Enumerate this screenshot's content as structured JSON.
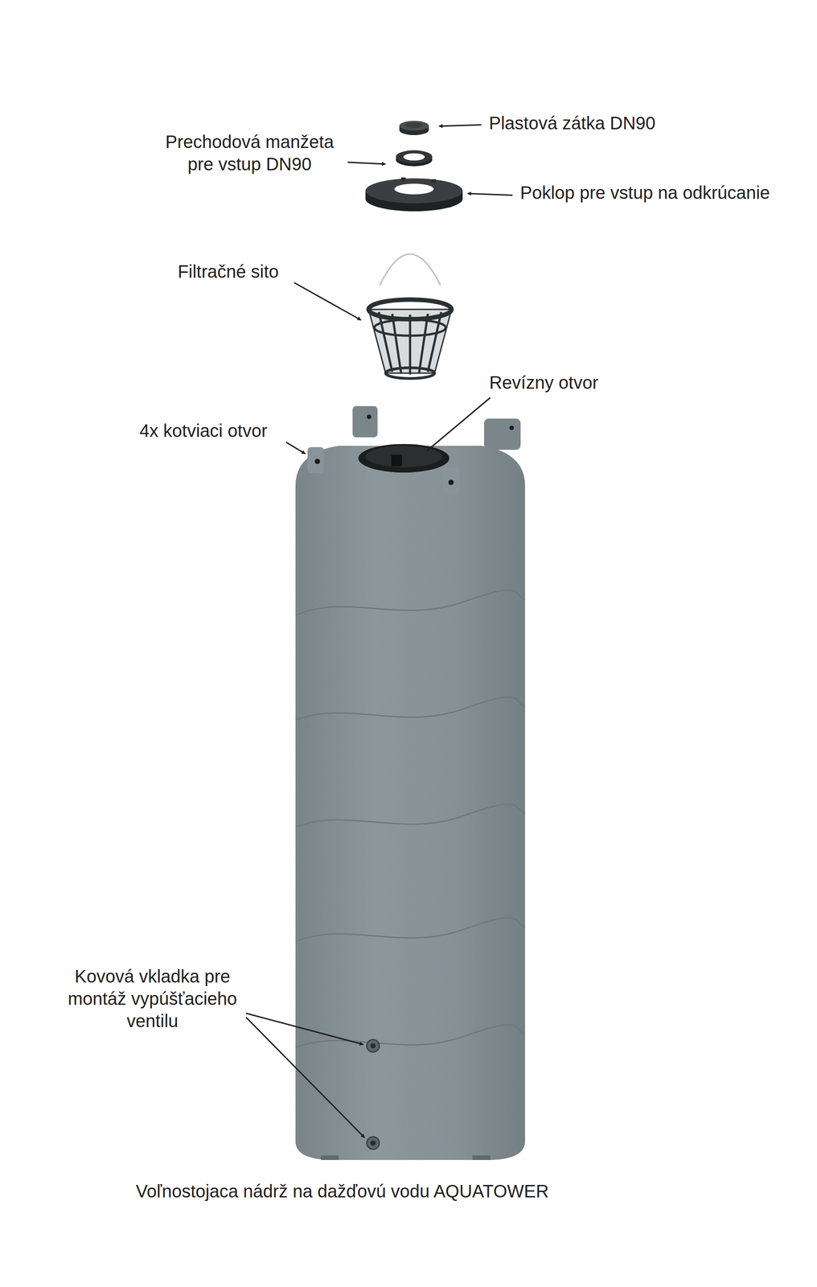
{
  "diagram": {
    "caption": "Voľnostojaca nádrž na dažďovú vodu AQUATOWER",
    "labels": [
      "Plastová zátka DN90",
      "Prechodová manžeta pre vstup DN90",
      "Poklop pre vstup na odkrúcanie",
      "Filtračné sito",
      "Revízny otvor",
      "4x kotviaci otvor",
      "Kovová vkladka pre montáž vypúšťacieho ventilu"
    ]
  }
}
